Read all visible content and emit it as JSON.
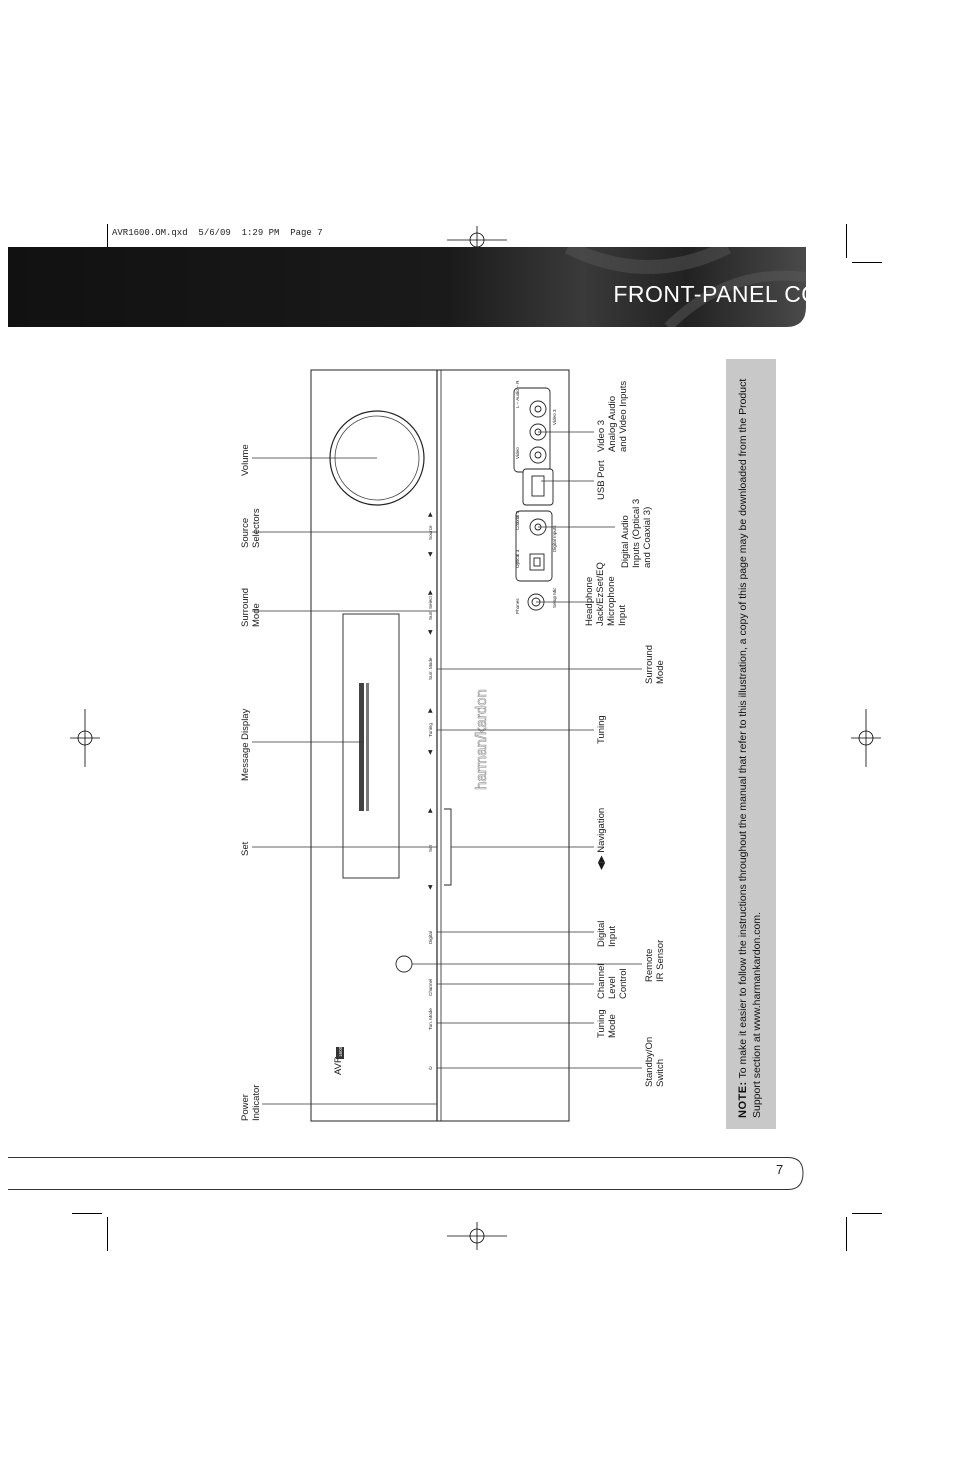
{
  "slug": "AVR1600.OM.qxd  5/6/09  1:29 PM  Page 7",
  "header": {
    "title": "FRONT-PANEL CONTROLS"
  },
  "page_number": "7",
  "note": {
    "label": "NOTE:",
    "text": " To make it easier to follow the instructions throughout the manual that refer to this illustration, a copy of this page may be downloaded from the Product Support section at www.harmankardon.com."
  },
  "panel": {
    "model": "AVR",
    "model_number": "1600",
    "brand": "harman/kardon",
    "button_labels": {
      "digital": "Digital",
      "channel": "Channel",
      "tuning_mode": "Tun. Mode",
      "set": "Set",
      "tuning": "Tuning",
      "surr_mode": "Surr. Mode",
      "surr_select": "Surr. Select",
      "source": "Source",
      "phones": "Phones",
      "setup_mic": "Setup Mic",
      "optical3": "Optical 3",
      "coaxial3": "Coaxial 3",
      "digital_inputs": "Digital Inputs",
      "video": "Video",
      "l_audio_r": "L – Audio – R",
      "video3": "Video 3"
    }
  },
  "callouts_left": {
    "volume": [
      "Volume"
    ],
    "source_selectors": [
      "Source",
      "Selectors"
    ],
    "surround_mode": [
      "Surround",
      "Mode"
    ],
    "message_display": [
      "Message Display"
    ],
    "set": [
      "Set"
    ],
    "power_indicator": [
      "Power",
      "Indicator"
    ]
  },
  "callouts_right": {
    "video3": [
      "Video 3",
      "Analog Audio",
      "and Video Inputs"
    ],
    "usb_port": [
      "USB Port"
    ],
    "digital_audio": [
      "Digital Audio",
      "Inputs (Optical 3",
      "and Coaxial 3)"
    ],
    "headphone": [
      "Headphone",
      "Jack/EzSet/EQ",
      "Microphone",
      "Input"
    ],
    "surround_mode": [
      "Surround",
      "Mode"
    ],
    "tuning": [
      "Tuning"
    ],
    "navigation": [
      "◀▶ Navigation"
    ],
    "digital_input": [
      "Digital",
      "Input"
    ],
    "remote_sensor": [
      "Remote",
      "IR Sensor"
    ],
    "channel_level": [
      "Channel",
      "Level",
      "Control"
    ],
    "tuning_mode": [
      "Tuning",
      "Mode"
    ],
    "standby": [
      "Standby/On",
      "Switch"
    ]
  }
}
